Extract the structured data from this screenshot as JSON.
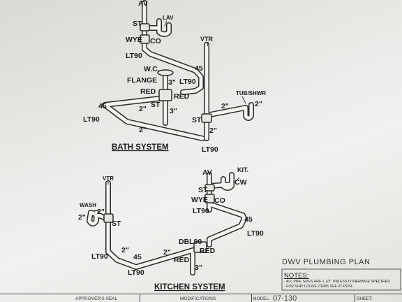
{
  "sheet": {
    "plan_title": "DWV PLUMBING PLAN",
    "notes_heading": "NOTES:",
    "notes": [
      "- ALL PIPE SIZES ARE 1 1/2\" UNLESS OTHERWISE SPECIFIED",
      "- FOR SHIP LOOSE ITEMS SEE 07-PDSL"
    ]
  },
  "title_block": {
    "approvers_seal": "APPROVER'S SEAL",
    "modifications": "MODIFICATIONS",
    "model_label": "MODEL:",
    "model_value": "07-130",
    "sheet_label": "SHEET:"
  },
  "bath_system": {
    "title": "BATH SYSTEM",
    "labels": {
      "av": "AV",
      "st_top": "ST",
      "lav": "LAV",
      "wye": "WYE",
      "co": "CO",
      "vtr": "VTR",
      "lt90_upper": "LT90",
      "wc": "W.C.",
      "flange": "FLANGE",
      "size_3_flange": "3\"",
      "lt90_right": "LT90",
      "fortyfive_right": "45",
      "red_left": "RED",
      "red_right": "RED",
      "st_center": "ST",
      "size_2_center": "2\"",
      "size_3_center": "3\"",
      "fortyfive_left": "45",
      "lt90_left": "LT90",
      "size_2_lower": "2\"",
      "tub_shwr": "TUB/SHWR",
      "size_2_tub_run": "2\"",
      "size_2_tub": "2\"",
      "st_right": "ST",
      "size_2_vertical": "2\"",
      "lt90_bottom": "LT90"
    }
  },
  "kitchen_system": {
    "title": "KITCHEN SYSTEM",
    "labels": {
      "vtr": "VTR",
      "wash": "WASH",
      "size_2_wash": "2\"",
      "size_2_wash_vertical": "2\"",
      "st_wash": "ST",
      "lt90_left": "LT90",
      "size_2_run": "2\"",
      "fortyfive_bottom": "45",
      "lt90_bottom": "LT90",
      "size_2_main": "2\"",
      "dbl90": "DBL90",
      "red": "RED",
      "red_lower": "RED",
      "size_3": "3\"",
      "av": "AV",
      "kit": "KIT.",
      "cw": "CW",
      "st": "ST",
      "wye": "WYE",
      "co": "CO",
      "lt90_mid": "LT90",
      "fortyfive_right": "45",
      "lt90_right": "LT90"
    }
  }
}
